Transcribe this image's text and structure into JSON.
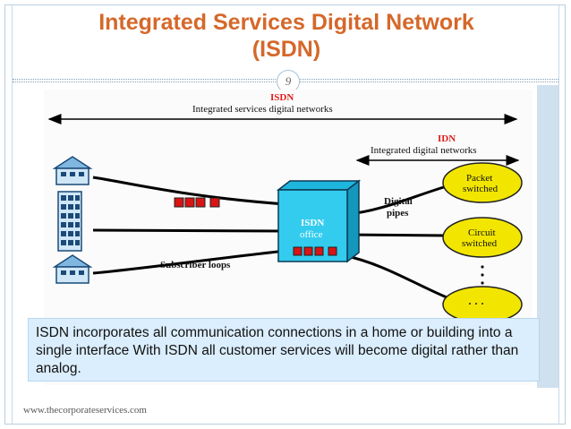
{
  "slide": {
    "title_line1": "Integrated Services Digital Network",
    "title_line2": "(ISDN)",
    "page_number": "9",
    "footer": "www.thecorporateservices.com",
    "caption": "ISDN incorporates all communication connections in a home or building into a single interface With ISDN all customer services will become digital rather than analog."
  },
  "diagram": {
    "isdn_label": "ISDN",
    "isdn_sub": "Integrated services digital networks",
    "idn_label": "IDN",
    "idn_sub": "Integrated digital networks",
    "office_line1": "ISDN",
    "office_line2": "office",
    "digital_line1": "Digital",
    "digital_line2": "pipes",
    "subscriber_loops": "Subscriber loops",
    "packet_line1": "Packet",
    "packet_line2": "switched",
    "circuit_line1": "Circuit",
    "circuit_line2": "switched",
    "ellipsis": "· · ·",
    "colors": {
      "red_label": "#e01b1b",
      "cube": "#33ccee",
      "ellipse": "#f2e600",
      "packet": "#d81414"
    }
  }
}
